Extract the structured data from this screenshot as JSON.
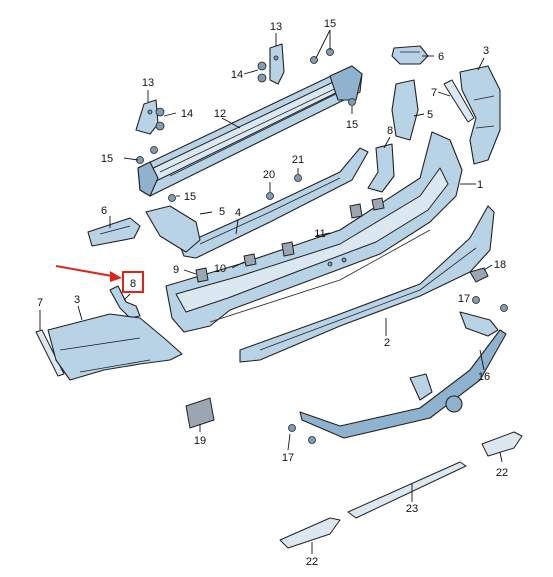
{
  "callouts": [
    {
      "id": "c13a",
      "text": "13"
    },
    {
      "id": "c15a",
      "text": "15"
    },
    {
      "id": "c14a",
      "text": "14"
    },
    {
      "id": "c6a",
      "text": "6"
    },
    {
      "id": "c3a",
      "text": "3"
    },
    {
      "id": "c13b",
      "text": "13"
    },
    {
      "id": "c14b",
      "text": "14"
    },
    {
      "id": "c12",
      "text": "12"
    },
    {
      "id": "c7a",
      "text": "7"
    },
    {
      "id": "c5a",
      "text": "5"
    },
    {
      "id": "c15b",
      "text": "15"
    },
    {
      "id": "c8a",
      "text": "8"
    },
    {
      "id": "c15c",
      "text": "15"
    },
    {
      "id": "c21",
      "text": "21"
    },
    {
      "id": "c1",
      "text": "1"
    },
    {
      "id": "c20",
      "text": "20"
    },
    {
      "id": "c15d",
      "text": "15"
    },
    {
      "id": "c6b",
      "text": "6"
    },
    {
      "id": "c5b",
      "text": "5"
    },
    {
      "id": "c4",
      "text": "4"
    },
    {
      "id": "c11",
      "text": "11"
    },
    {
      "id": "c9",
      "text": "9"
    },
    {
      "id": "c10",
      "text": "10"
    },
    {
      "id": "c18",
      "text": "18"
    },
    {
      "id": "c8b",
      "text": "8"
    },
    {
      "id": "c17a",
      "text": "17"
    },
    {
      "id": "c7b",
      "text": "7"
    },
    {
      "id": "c3b",
      "text": "3"
    },
    {
      "id": "c2",
      "text": "2"
    },
    {
      "id": "c16",
      "text": "16"
    },
    {
      "id": "c19",
      "text": "19"
    },
    {
      "id": "c17b",
      "text": "17"
    },
    {
      "id": "c22a",
      "text": "22"
    },
    {
      "id": "c23",
      "text": "23"
    },
    {
      "id": "c22b",
      "text": "22"
    }
  ],
  "highlight": {
    "part": "8",
    "color": "#e0241b"
  }
}
